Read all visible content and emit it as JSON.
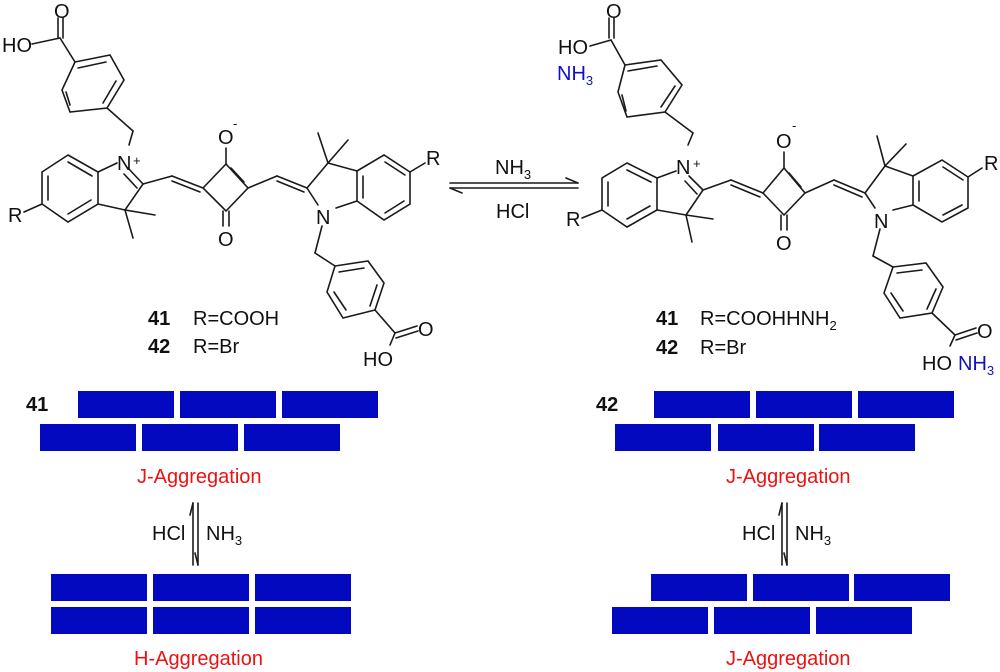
{
  "scheme": {
    "forward_reagent": "NH3",
    "reverse_reagent": "HCl",
    "left_structure": {
      "atoms": {
        "acid_oh": "HO",
        "carbonyl_o": "O",
        "n_plus": "N",
        "plus_charge": "+",
        "o_minus": "O",
        "minus_charge": "-",
        "oxo": "O",
        "n_neutral": "N",
        "r_left": "R",
        "r_right": "R",
        "acid_oh_bottom": "HO",
        "carbonyl_o_bottom": "O"
      },
      "compounds": [
        {
          "id": "41",
          "substituent": "R=COOH"
        },
        {
          "id": "42",
          "substituent": "R=Br"
        }
      ]
    },
    "right_structure": {
      "atoms": {
        "acid_oh": "HO",
        "ammonia_top": "NH",
        "ammonia_sub": "3",
        "carbonyl_o": "O",
        "n_plus": "N",
        "plus_charge": "+",
        "o_minus": "O",
        "minus_charge": "-",
        "oxo": "O",
        "n_neutral": "N",
        "r_left": "R",
        "r_right": "R",
        "acid_oh_bottom": "HO",
        "ammonia_bottom": "NH",
        "ammonia_bottom_sub": "3",
        "carbonyl_o_bottom": "O"
      },
      "compounds": [
        {
          "id": "41",
          "substituent": "R=COOHHNH",
          "subscript": "2"
        },
        {
          "id": "42",
          "substituent": "R=Br"
        }
      ]
    },
    "colors": {
      "brick": "#0309be",
      "aggregation_label": "#ee1111",
      "ammonia": "#1010c0"
    }
  },
  "aggregation_panels": [
    {
      "compound": "41",
      "top_state": "J-Aggregation",
      "bottom_state": "H-Aggregation",
      "up_reagent": "HCl",
      "down_reagent": "NH",
      "down_reagent_sub": "3",
      "top_arrangement": "staggered",
      "bottom_arrangement": "stacked"
    },
    {
      "compound": "42",
      "top_state": "J-Aggregation",
      "bottom_state": "J-Aggregation",
      "up_reagent": "HCl",
      "down_reagent": "NH",
      "down_reagent_sub": "3",
      "top_arrangement": "staggered",
      "bottom_arrangement": "staggered"
    }
  ]
}
